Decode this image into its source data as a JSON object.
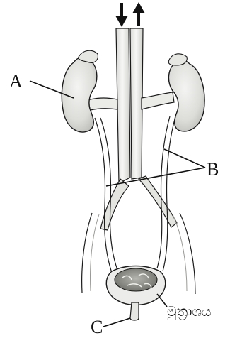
{
  "labels": {
    "a": "A",
    "b": "B",
    "c": "C",
    "bladder": "මුත්‍රාශය"
  },
  "icons": {
    "down": "arrow-down-icon",
    "up": "arrow-up-icon"
  },
  "colors": {
    "organ_fill": "#f0efec",
    "organ_shade": "#c9c9c6",
    "vessel_fill": "#e9e9e6",
    "outline": "#1a1a1a",
    "bladder_inner": "#8f8f8a",
    "label_text": "#111111"
  }
}
